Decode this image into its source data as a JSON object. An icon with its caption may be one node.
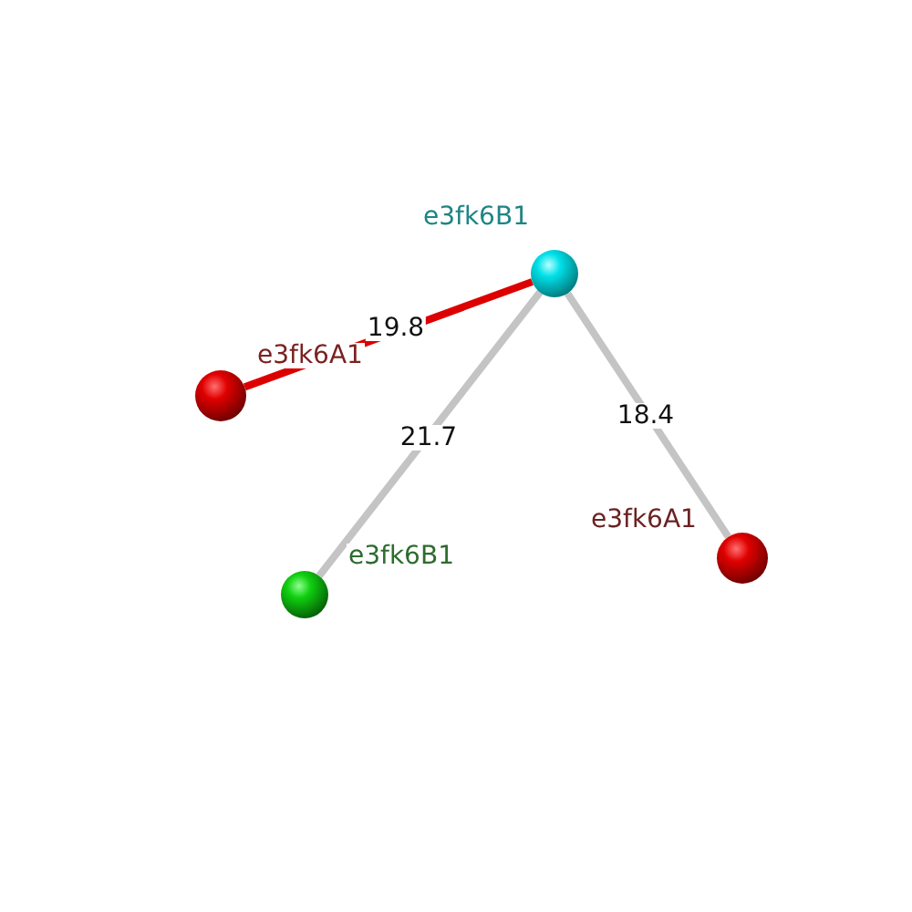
{
  "diagram": {
    "nodes": [
      {
        "text": [],
        "shape": "circle",
        "beside": [
          "e3fk6B1"
        ]
      },
      {
        "text": [],
        "shape": "circle",
        "beside": [
          "e3fk6A1"
        ]
      },
      {
        "text": [],
        "shape": "circle",
        "beside": [
          "e3fk6B1"
        ]
      },
      {
        "text": [],
        "shape": "circle",
        "beside": [
          "e3fk6A1"
        ]
      }
    ],
    "edges": [
      {
        "from": 0,
        "to": 1,
        "arrow": "none",
        "label": "19.8",
        "color": "#dd0000"
      },
      {
        "from": 0,
        "to": 2,
        "arrow": "none",
        "label": "21.7"
      },
      {
        "from": 0,
        "to": 3,
        "arrow": "none",
        "label": "18.4"
      }
    ]
  }
}
